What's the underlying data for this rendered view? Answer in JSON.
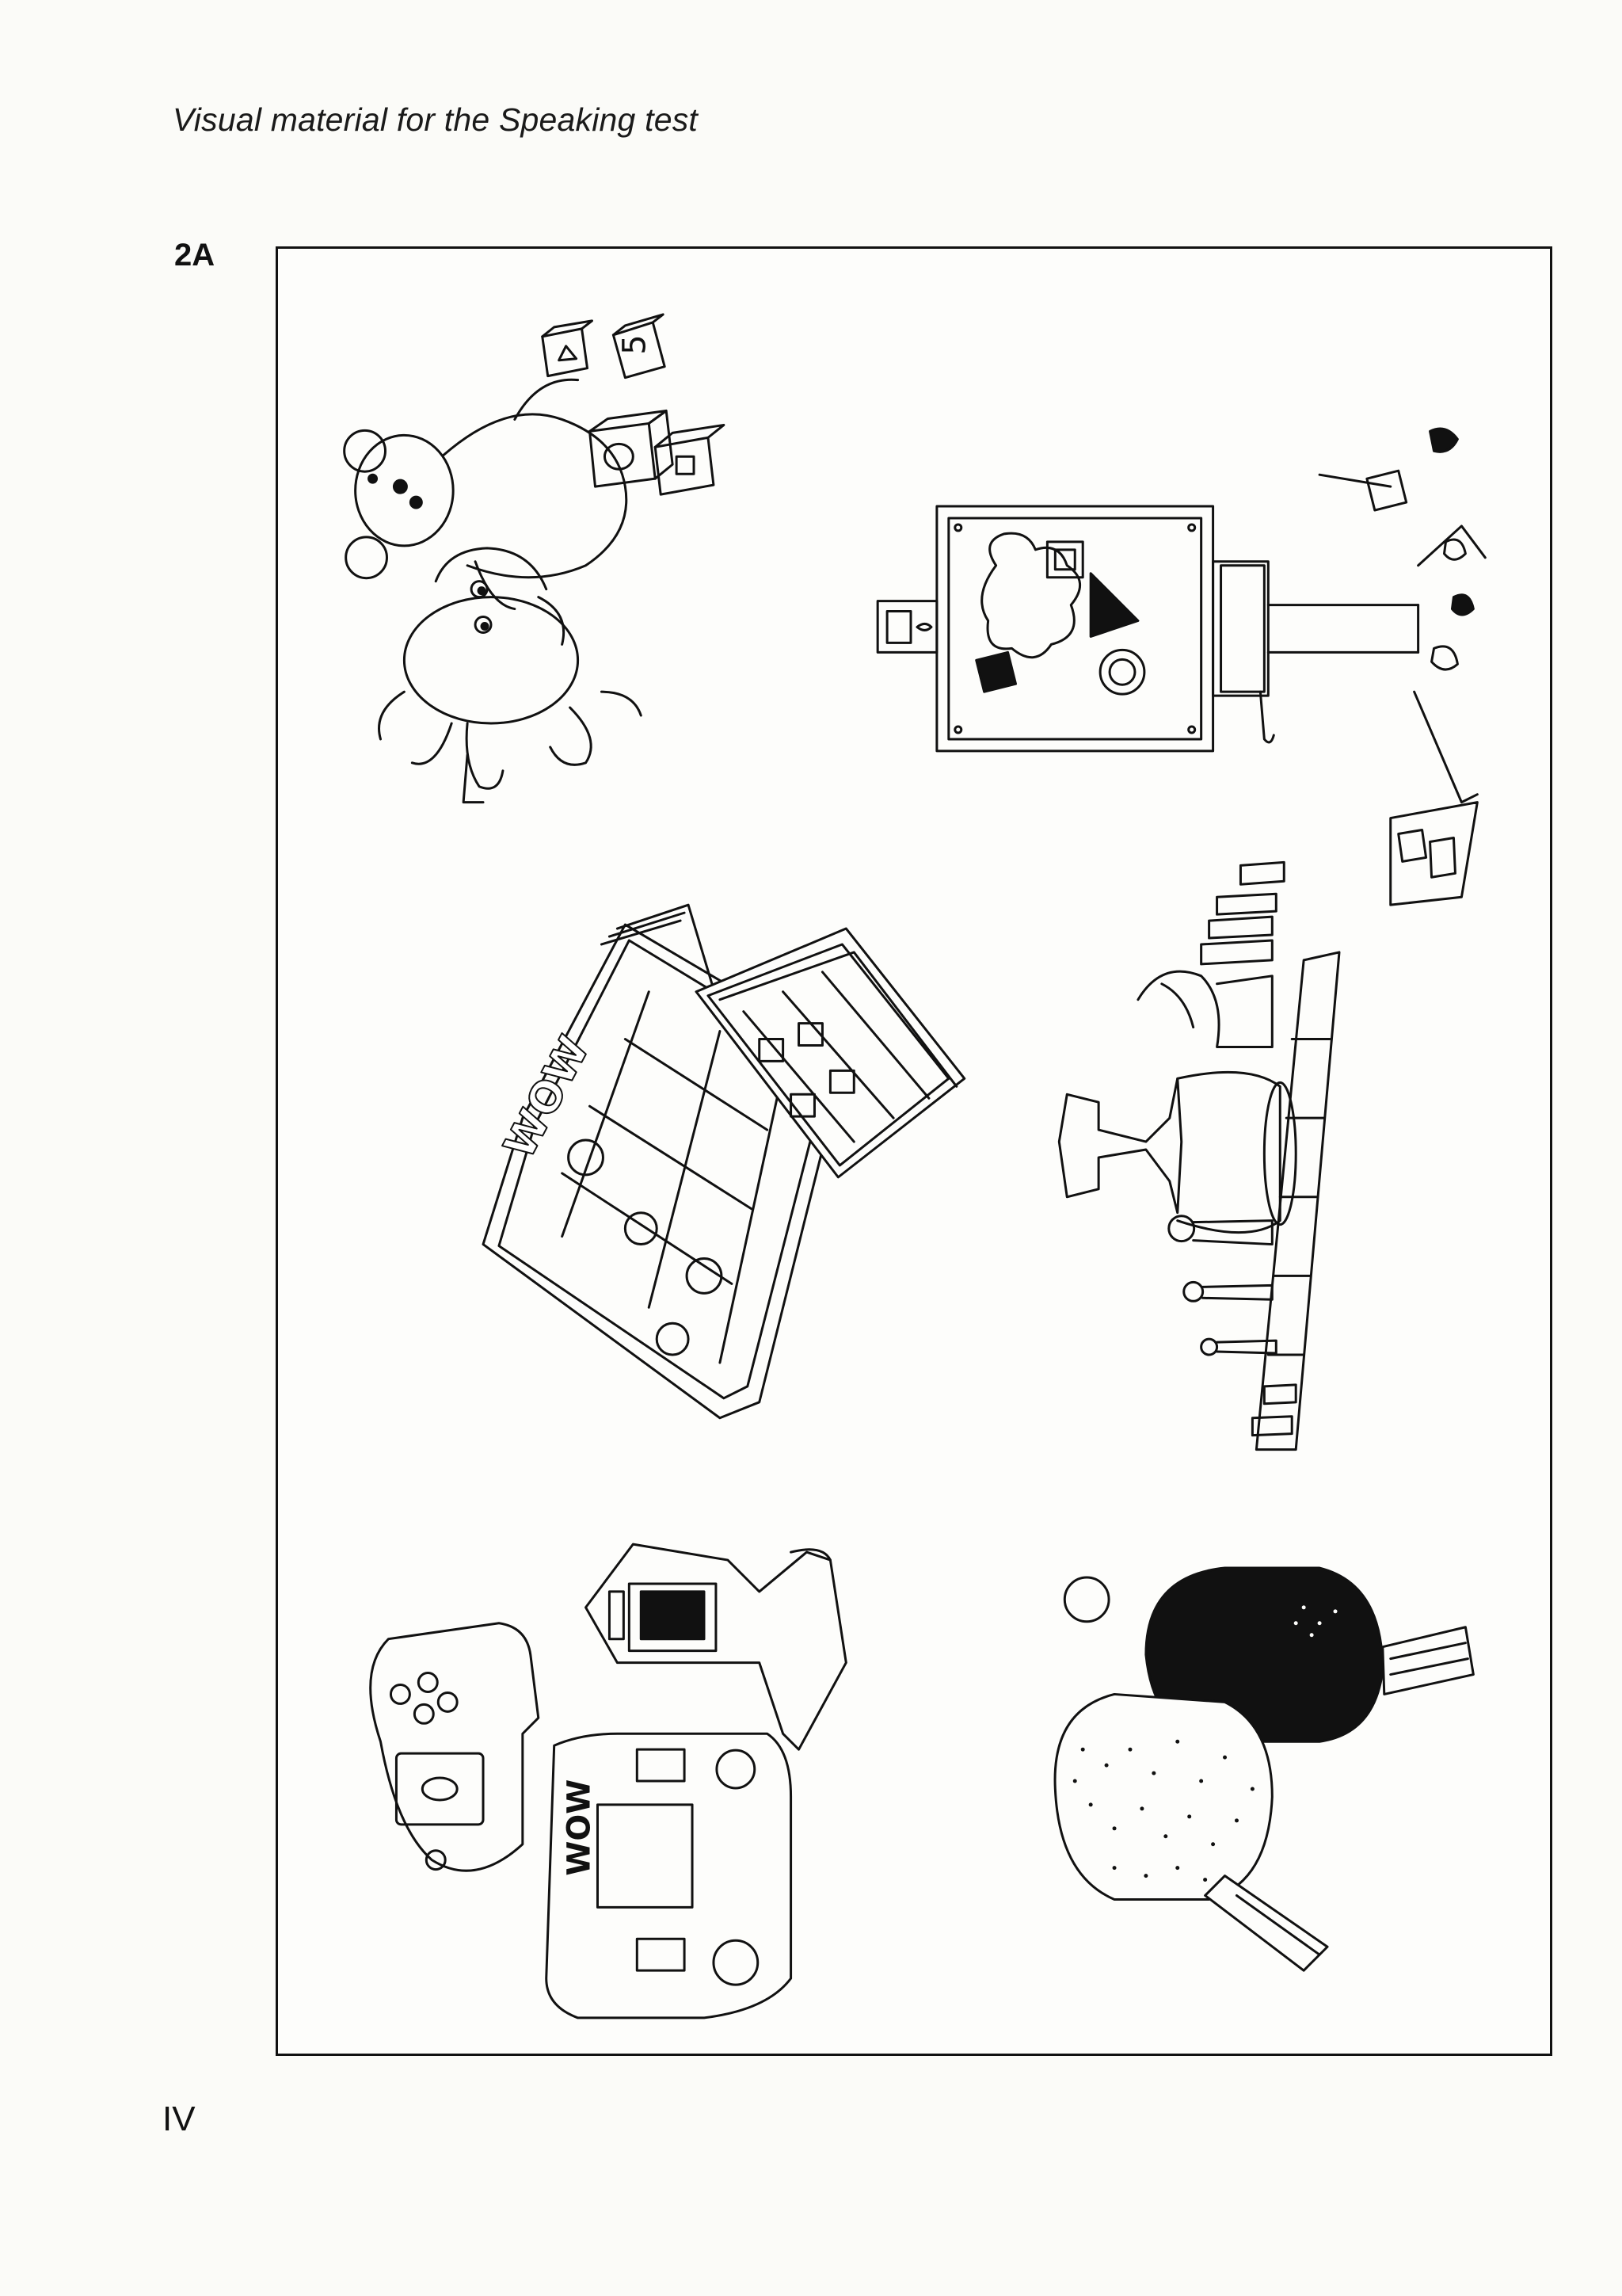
{
  "header": {
    "title": "Visual material for the Speaking test"
  },
  "section": {
    "label": "2A"
  },
  "footer": {
    "page_number": "IV"
  },
  "illustrations": [
    {
      "id": "toys",
      "icon": "teddy-bear-dog-blocks-icon",
      "block_number": "5"
    },
    {
      "id": "painting",
      "icon": "easel-paint-icon"
    },
    {
      "id": "comics",
      "icon": "comic-books-icon",
      "comic_text": "WOW"
    },
    {
      "id": "chess",
      "icon": "chess-set-icon"
    },
    {
      "id": "games",
      "icon": "handheld-games-icon",
      "screen_text": "WOW"
    },
    {
      "id": "table-tennis",
      "icon": "table-tennis-bats-icon"
    }
  ]
}
